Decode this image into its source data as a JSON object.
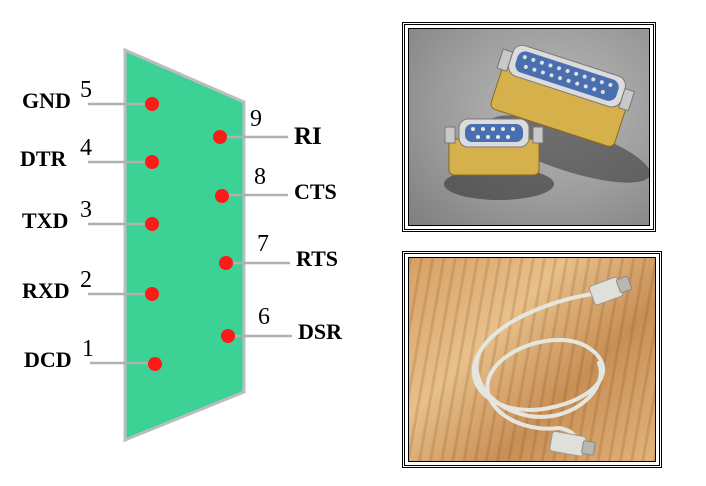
{
  "connector": {
    "body_color": "#3cd296",
    "pin_color": "#ff1a1a",
    "lead_color": "#b0b0b0",
    "left_pins": [
      {
        "number": "5",
        "name": "GND"
      },
      {
        "number": "4",
        "name": "DTR"
      },
      {
        "number": "3",
        "name": "TXD"
      },
      {
        "number": "2",
        "name": "RXD"
      },
      {
        "number": "1",
        "name": "DCD"
      }
    ],
    "right_pins": [
      {
        "number": "9",
        "name": "RI"
      },
      {
        "number": "8",
        "name": "CTS"
      },
      {
        "number": "7",
        "name": "RTS"
      },
      {
        "number": "6",
        "name": "DSR"
      }
    ]
  },
  "photos": {
    "top_icon": "db9-db25-adapter-photo",
    "bottom_icon": "serial-cable-photo"
  }
}
